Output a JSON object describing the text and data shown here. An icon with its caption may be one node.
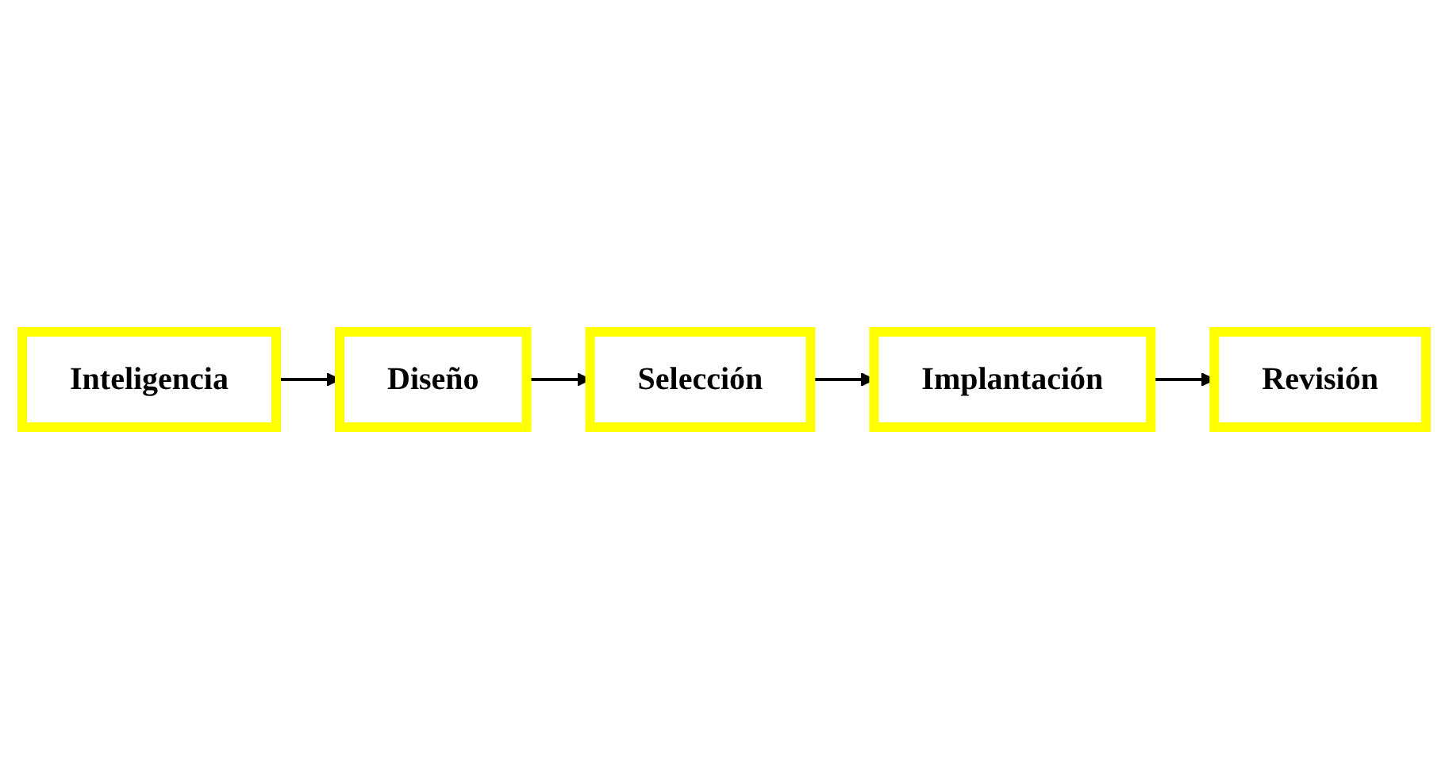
{
  "diagram": {
    "nodes": [
      {
        "text": [
          "Inteligencia"
        ]
      },
      {
        "text": [
          "Diseño"
        ]
      },
      {
        "text": [
          "Selección"
        ]
      },
      {
        "text": [
          "Implantación"
        ]
      },
      {
        "text": [
          "Revisión"
        ]
      }
    ],
    "edges": [
      {
        "from": 0,
        "to": 1,
        "arrow": "to"
      },
      {
        "from": 1,
        "to": 2,
        "arrow": "to"
      },
      {
        "from": 2,
        "to": 3,
        "arrow": "to"
      },
      {
        "from": 3,
        "to": 4,
        "arrow": "to"
      }
    ]
  }
}
